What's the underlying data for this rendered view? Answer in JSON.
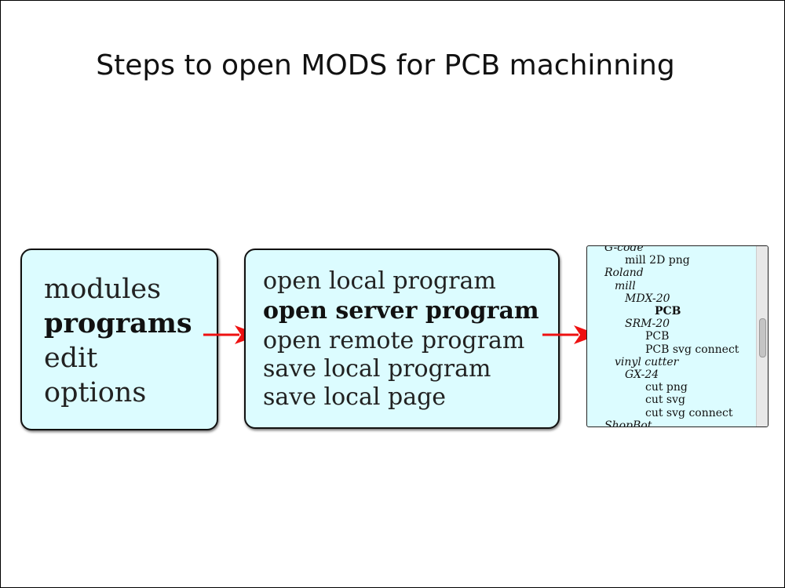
{
  "title": "Steps to open MODS for PCB machinning",
  "menu_main": {
    "items": [
      "modules",
      "programs",
      "edit",
      "options"
    ],
    "selected": "programs"
  },
  "menu_programs": {
    "items": [
      "open local program",
      "open server program",
      "open remote program",
      "save local program",
      "save local page"
    ],
    "selected": "open server program"
  },
  "program_tree": {
    "items": [
      {
        "label": "G-code",
        "level": 0,
        "style": "italic"
      },
      {
        "label": "mill 2D png",
        "level": 2,
        "style": "normal"
      },
      {
        "label": "Roland",
        "level": 0,
        "style": "italic"
      },
      {
        "label": "mill",
        "level": 1,
        "style": "italic"
      },
      {
        "label": "MDX-20",
        "level": 2,
        "style": "italic"
      },
      {
        "label": "PCB",
        "level": 3,
        "style": "bold"
      },
      {
        "label": "SRM-20",
        "level": 2,
        "style": "italic"
      },
      {
        "label": "PCB",
        "level": 3,
        "style": "normal"
      },
      {
        "label": "PCB svg connect",
        "level": 3,
        "style": "normal"
      },
      {
        "label": "vinyl cutter",
        "level": 1,
        "style": "italic"
      },
      {
        "label": "GX-24",
        "level": 2,
        "style": "italic"
      },
      {
        "label": "cut png",
        "level": 3,
        "style": "normal"
      },
      {
        "label": "cut svg",
        "level": 3,
        "style": "normal"
      },
      {
        "label": "cut svg connect",
        "level": 3,
        "style": "normal"
      },
      {
        "label": "ShopBot",
        "level": 0,
        "style": "italic"
      }
    ]
  },
  "colors": {
    "panel_background": "#dcfcff",
    "arrow": "#ee1111",
    "border": "#111111"
  },
  "icons": {
    "step_arrow": "right-arrow-icon"
  }
}
